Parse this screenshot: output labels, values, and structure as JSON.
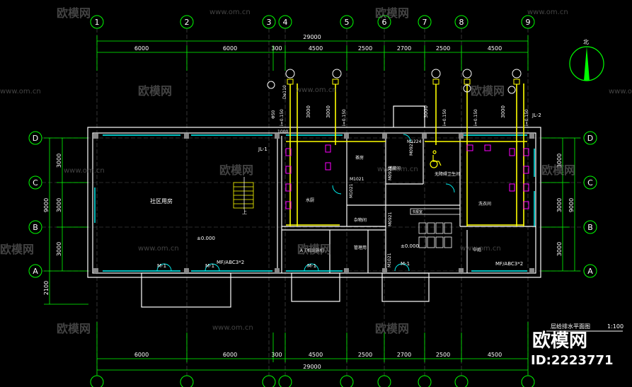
{
  "colors": {
    "background": "#000000",
    "wall": "#ffffff",
    "dim": "#00ff00",
    "window": "#00ffff",
    "pipe": "#ffff00",
    "fixture": "#ff00ff",
    "watermark": "#7a7a7a"
  },
  "axes": {
    "columns": [
      "1",
      "2",
      "3",
      "4",
      "5",
      "6",
      "7",
      "8",
      "9"
    ],
    "rows": [
      "D",
      "C",
      "B",
      "A"
    ]
  },
  "dims": {
    "total_top": "29000",
    "total_bottom": "29000",
    "segments_top": [
      "6000",
      "6000",
      "300",
      "4500",
      "2500",
      "2700",
      "2500",
      "4500"
    ],
    "segments_bottom": [
      "6000",
      "6000",
      "300",
      "4500",
      "2500",
      "2700",
      "2500",
      "4500"
    ],
    "left_rows": [
      "3000",
      "3000",
      "3000"
    ],
    "left_total": "9000",
    "left_extra": "2100",
    "right_rows": [
      "3000",
      "3000",
      "3000"
    ],
    "right_total": "9000",
    "riser_heights": [
      "3000",
      "3000",
      "3000",
      "3000"
    ],
    "riser_extra": "1000"
  },
  "rooms": {
    "community": "社区用房",
    "kitchen": "水厨",
    "store": "杂物间",
    "device": "A T机设施机",
    "duty": "管理用",
    "disabled_wc": "无障碍卫生间",
    "tea": "茶房",
    "storage": "储藏间",
    "hall": "中庭",
    "reading": "书报室",
    "washroom": "洗衣间"
  },
  "labels": {
    "jl1": "JL-1",
    "jl2": "JL-2",
    "m1_a": "M-1",
    "m1_b": "M-1",
    "m1_c": "M-1",
    "m1_d": "M-1",
    "m1021_a": "M1021",
    "m1021_b": "M1021",
    "m1021_c": "M1021",
    "m0921_a": "M0921",
    "m0921_b": "M0921",
    "m0921_c": "M0921",
    "m1224": "M1224",
    "elev1": "±0.000",
    "elev2": "±0.000",
    "fire1": "MF/ABC3*2",
    "fire2": "MF/ABC3*2",
    "up": "上",
    "title": "层给排水平面图",
    "scale": "1:100",
    "north": "北",
    "notes": [
      "Φ50",
      "i=0.150",
      "De110"
    ]
  },
  "watermark": {
    "brand": "欧模网",
    "site": "www.om.cn",
    "id": "ID:2223771"
  }
}
